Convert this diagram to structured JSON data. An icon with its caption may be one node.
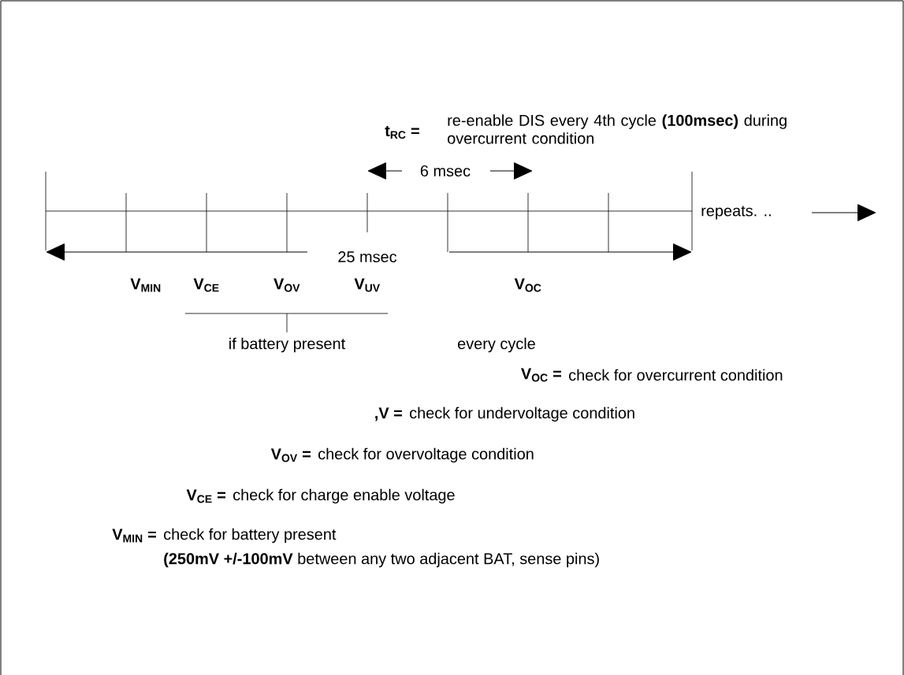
{
  "diagram": {
    "labels": [
      "t$_{RC}$ =",
      "re-enable DIS every 4th cycle **(100msec)** during overcurrent condition",
      "6 msec",
      "repeats. ..",
      "25 msec",
      "V$_{MIN}$",
      "V$_{CE}$",
      "V$_{OV}$",
      "V$_{UV}$",
      "V$_{OC}$",
      "if battery present",
      "every cycle",
      "V$_{OC}$ =",
      "check for overcurrent condition",
      ",V =",
      "check for undervoltage condition",
      "V$_{OV}$ =",
      "check for overvoltage condition",
      "V$_{CE}$ =",
      "check for charge enable voltage",
      "V$_{MIN}$ =",
      "check for battery present",
      "**(250mV +/-100mV** between any two adjacent BAT, sense pins)"
    ]
  }
}
